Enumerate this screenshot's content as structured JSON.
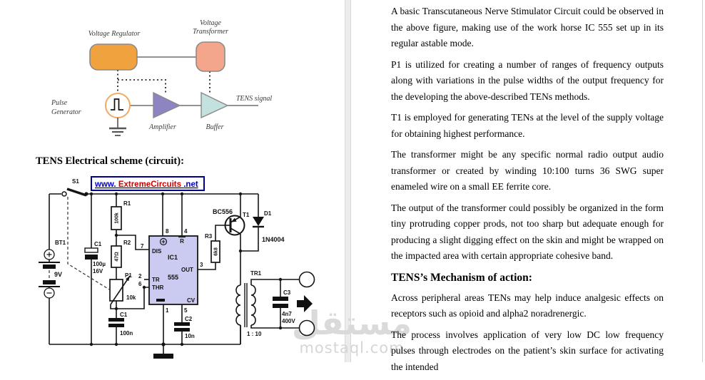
{
  "watermark": {
    "arabic": "مستقل",
    "latin": "mostaql.com"
  },
  "figure": {
    "voltage_regulator": "Voltage Regulator",
    "voltage_line": "Voltage",
    "transformer_line": "Transformer",
    "pulse_line": "Pulse",
    "generator_line": "Generator",
    "amplifier": "Amplifier",
    "buffer": "Buffer",
    "tens_signal": "TENS signal"
  },
  "scheme_heading": "TENS Electrical scheme (circuit):",
  "schematic": {
    "site_prefix": "www.",
    "site_name": "ExtremeCircuits",
    "site_suffix": ".net",
    "s1": "S1",
    "bt1": "BT1",
    "battery_voltage": "9V",
    "c1a": "C1",
    "c1a_value": "100µ",
    "c1a_rating": "16V",
    "r1": "R1",
    "r1_value": "100k",
    "r2": "R2",
    "r2_value": "47Ω",
    "p1": "P1",
    "p1_value": "10k",
    "c1b": "C1",
    "c1b_value": "100n",
    "ic_name": "IC1",
    "ic_type": "555",
    "pin_dis": "DIS",
    "pin_tr": "TR",
    "pin_thr": "THR",
    "pin_out": "OUT",
    "pin_cv": "CV",
    "pin_reset": "R",
    "pin1": "1",
    "pin2": "2",
    "pin3": "3",
    "pin4": "4",
    "pin5": "5",
    "pin6": "6",
    "pin7": "7",
    "pin8": "8",
    "c2": "C2",
    "c2_value": "10n",
    "r3": "R3",
    "r3_value": "6k8",
    "t1": "T1",
    "t1_type": "BC556",
    "d1": "D1",
    "d1_type": "1N4004",
    "tr1": "TR1",
    "tr1_ratio": "1 : 10",
    "c3": "C3",
    "c3_value": "4n7",
    "c3_rating": "400V"
  },
  "article": {
    "intro_paragraphs": [
      "A basic Transcutaneous Nerve Stimulator Circuit could be observed in the above figure, making use of the work horse IC 555 set up in its regular astable mode.",
      "P1 is utilized for creating a number of ranges of frequency outputs along with variations in the pulse widths of the output frequency for the developing the above-described TENs methods.",
      "T1 is employed for generating TENs at the level of the supply voltage for obtaining highest performance.",
      "The transformer might be any specific normal radio output audio transformer or created by winding 10:100 turns 36 SWG super enameled wire on a small EE ferrite core.",
      "The output of the transformer could possibly be organized in the form tiny protruding copper prods, not too sharp but adequate enough for producing a slight digging effect on the skin and might be wrapped on the impacted area with certain appropriate cohesive band."
    ],
    "mechanism_heading": "TENS’s Mechanism of action:",
    "mechanism_paragraphs": [
      "Across peripheral areas TENs may help induce analgesic effects on receptors such as opioid and alpha2 noradrenergic.",
      "The process involves application of very low DC low frequency pulses through electrodes on the patient’s skin surface for activating the intended"
    ]
  },
  "colors": {
    "regulator_fill": "#F0A23E",
    "transformer_fill": "#F3A68C",
    "amplifier_fill": "#8D85C1",
    "buffer_fill": "#C2E1DF",
    "pulse_ring": "#F2A964",
    "ic_fill": "#CBCBF2",
    "link_blue": "#0000C8",
    "link_red": "#D00000"
  }
}
